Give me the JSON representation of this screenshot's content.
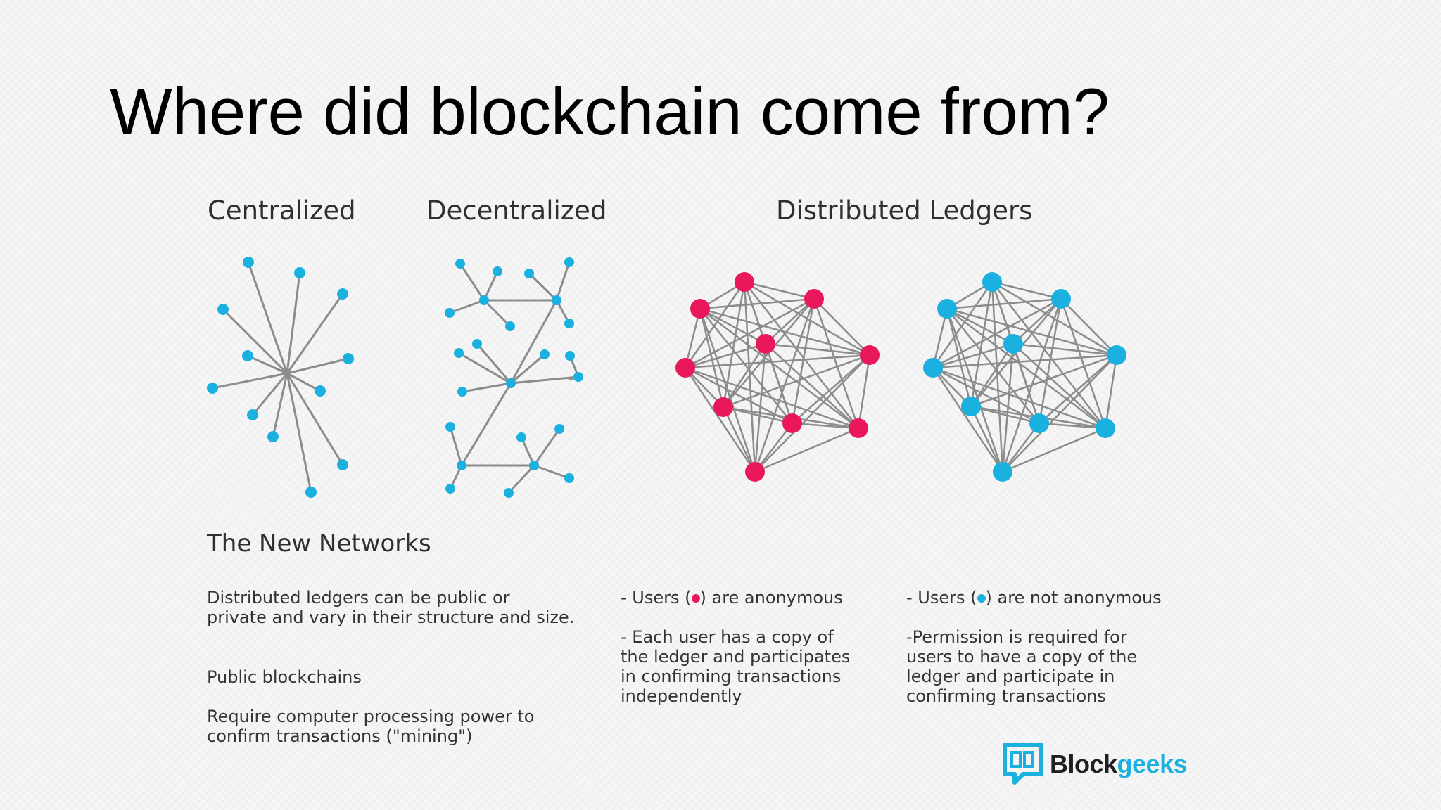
{
  "slide": {
    "title": "Where did blockchain come from?"
  },
  "diagrams": {
    "centralized_label": "Centralized",
    "decentralized_label": "Decentralized",
    "distributed_label": "Distributed Ledgers"
  },
  "networks": {
    "title": "The New Networks",
    "intro_line1": "Distributed ledgers can be public or",
    "intro_line2": "private and vary in their structure and size.",
    "public_heading": "Public blockchains",
    "public_line1": "Require computer processing power to",
    "public_line2": "confirm transactions (\"mining\")"
  },
  "anonymous": {
    "users_prefix": "- Users (",
    "users_suffix": ") are anonymous",
    "line1": "- Each user has a copy of",
    "line2": "the ledger and participates",
    "line3": "in confirming transactions",
    "line4": "independently"
  },
  "permissioned": {
    "users_prefix": "- Users (",
    "users_suffix": ") are  not anonymous",
    "line1": "-Permission is required for",
    "line2": "users to have a copy of the",
    "line3": "ledger and participate in",
    "line4": "confirming transactions"
  },
  "logo": {
    "part1": "Block",
    "part2": "geeks",
    "icon": "blockgeeks-chat-icon"
  },
  "colors": {
    "node_blue": "#1ab0e0",
    "node_red": "#e8185a",
    "edge": "#8c8c8c"
  }
}
